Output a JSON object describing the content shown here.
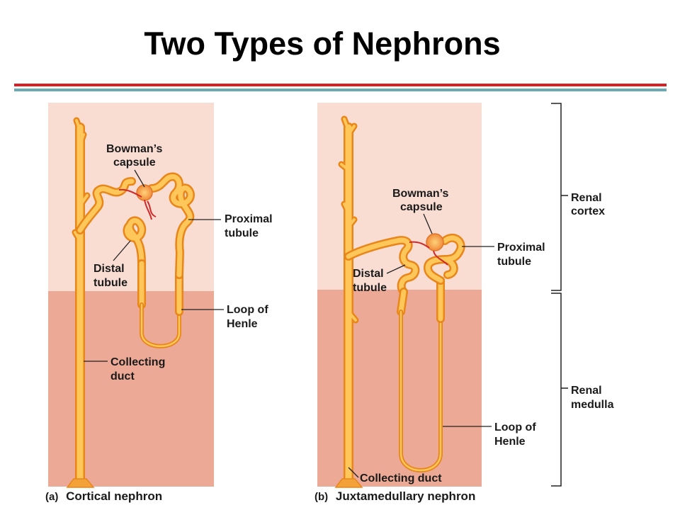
{
  "title": "Two Types of Nephrons",
  "panel_a": {
    "caption_letter": "(a)",
    "caption": "Cortical nephron",
    "labels": {
      "bowmans_1": "Bowman’s",
      "bowmans_2": "capsule",
      "proximal_1": "Proximal",
      "proximal_2": "tubule",
      "distal_1": "Distal",
      "distal_2": "tubule",
      "loop_1": "Loop of",
      "loop_2": "Henle",
      "collecting_1": "Collecting",
      "collecting_2": "duct"
    }
  },
  "panel_b": {
    "caption_letter": "(b)",
    "caption": "Juxtamedullary nephron",
    "labels": {
      "bowmans_1": "Bowman’s",
      "bowmans_2": "capsule",
      "proximal_1": "Proximal",
      "proximal_2": "tubule",
      "distal_1": "Distal",
      "distal_2": "tubule",
      "loop_1": "Loop of",
      "loop_2": "Henle",
      "collecting": "Collecting duct"
    }
  },
  "regions": {
    "cortex_1": "Renal",
    "cortex_2": "cortex",
    "medulla_1": "Renal",
    "medulla_2": "medulla"
  },
  "colors": {
    "cortex": "#f9dcd2",
    "medulla": "#eca996",
    "tube_outline": "#e8861a",
    "tube_fill": "#ffc65a",
    "title_rule_red": "#c7262b",
    "title_rule_teal": "#6aaab5"
  }
}
